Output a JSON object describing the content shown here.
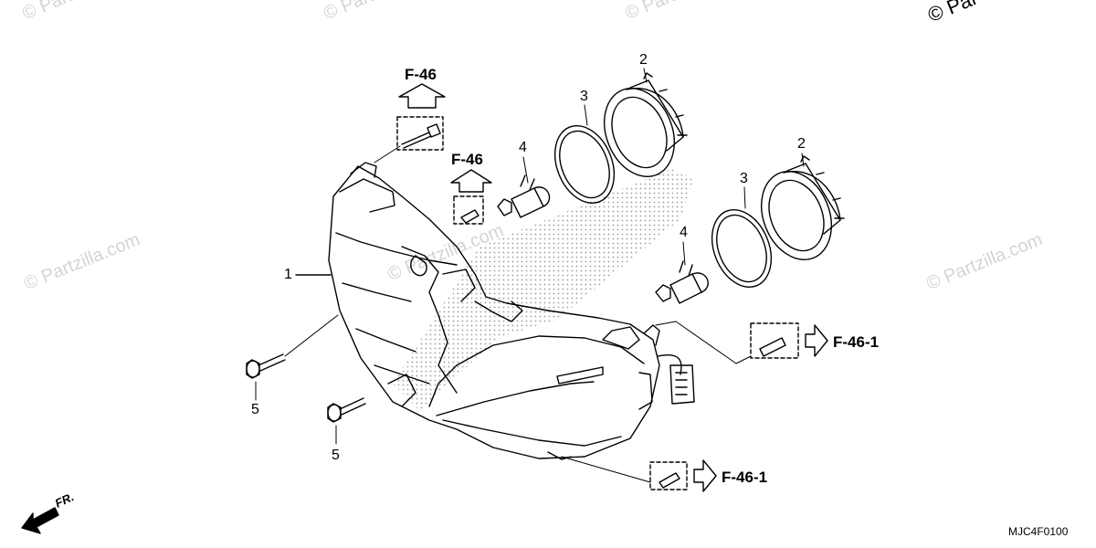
{
  "watermark": {
    "text": "© Partzilla.com",
    "corner_text": "© Par"
  },
  "callouts": {
    "headlight_assembly": "1",
    "bulb_cover_upper": "2",
    "bulb_cover_lower": "2",
    "seal_ring_upper": "3",
    "seal_ring_lower": "3",
    "bulb_upper": "4",
    "bulb_lower": "4",
    "bolt_upper": "5",
    "bolt_lower": "5"
  },
  "references": {
    "top": "F-46",
    "middle": "F-46",
    "right_upper": "F-46-1",
    "right_lower": "F-46-1"
  },
  "direction_label": "FR.",
  "diagram_code": "MJC4F0100",
  "colors": {
    "line": "#000000",
    "watermark": "#d4d4d4",
    "stipple": "#9a9a9a"
  }
}
